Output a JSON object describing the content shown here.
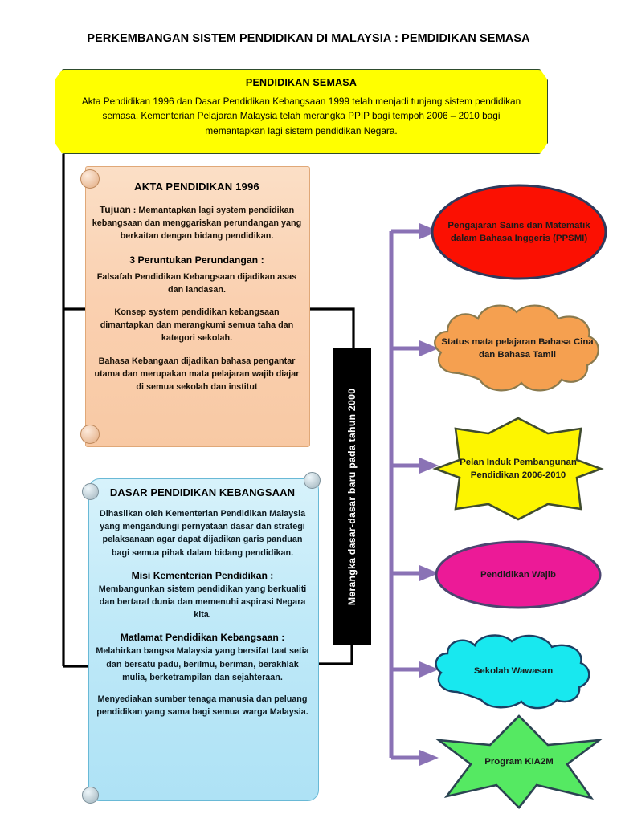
{
  "page": {
    "title": "PERKEMBANGAN SISTEM PENDIDIKAN DI MALAYSIA : PEMDIDIKAN SEMASA"
  },
  "banner": {
    "heading": "PENDIDIKAN SEMASA",
    "body": "Akta Pendidikan 1996 dan Dasar Pendidikan Kebangsaan 1999 telah menjadi tunjang sistem pendidikan semasa. Kementerian Pelajaran Malaysia telah merangka PPIP bagi tempoh 2006 – 2010 bagi memantapkan lagi sistem pendidikan Negara."
  },
  "akta": {
    "heading": "AKTA PENDIDIKAN 1996",
    "tujuan_label": "Tujuan",
    "tujuan_text": " : Memantapkan lagi system pendidikan kebangsaan dan menggariskan perundangan yang berkaitan dengan bidang pendidikan.",
    "peruntukan_heading": "3 Peruntukan Perundangan :",
    "peruntukan": [
      "Falsafah Pendidikan Kebangsaan dijadikan asas dan landasan.",
      "Konsep system pendidikan kebangsaan dimantapkan dan merangkumi semua taha dan kategori sekolah.",
      "Bahasa Kebangaan dijadikan bahasa pengantar utama dan merupakan mata pelajaran wajib diajar di semua sekolah dan institut"
    ]
  },
  "dasar": {
    "heading": "DASAR PENDIDIKAN KEBANGSAAN",
    "intro": "Dihasilkan oleh Kementerian Pendidikan Malaysia yang mengandungi pernyataan dasar dan strategi pelaksanaan agar dapat dijadikan garis panduan bagi semua pihak dalam bidang pendidikan.",
    "misi_heading": "Misi Kementerian Pendidikan :",
    "misi_text": "Membangunkan sistem pendidikan yang berkualiti dan bertaraf dunia dan memenuhi aspirasi Negara kita.",
    "matlamat_heading": "Matlamat Pendidikan Kebangsaan :",
    "matlamat_text": "Melahirkan bangsa Malaysia yang bersifat taat setia dan bersatu padu, berilmu, beriman, berakhlak mulia, berketrampilan dan sejahteraan.",
    "matlamat_text2": "Menyediakan sumber tenaga manusia dan peluang pendidikan yang sama bagi semua warga Malaysia."
  },
  "black_banner": {
    "text": "Merangka dasar-dasar baru pada tahun 2000"
  },
  "outcomes": [
    {
      "id": "ppsmi",
      "shape": "ellipse",
      "color": "#fb1002",
      "stroke": "#2f3a5c",
      "label": "Pengajaran Sains dan Matematik dalam Bahasa Inggeris (PPSMI)"
    },
    {
      "id": "bahasa-cina-tamil",
      "shape": "cloud",
      "color": "#f5a050",
      "stroke": "#8a7a4e",
      "label": "Status mata pelajaran Bahasa Cina dan Bahasa Tamil"
    },
    {
      "id": "pelan-induk",
      "shape": "star8",
      "color": "#fdf500",
      "stroke": "#3f4b2f",
      "label": "Pelan Induk Pembangunan Pendidikan 2006-2010"
    },
    {
      "id": "pendidikan-wajib",
      "shape": "ellipse",
      "color": "#ec1a97",
      "stroke": "#4b4570",
      "label": "Pendidikan Wajib"
    },
    {
      "id": "sekolah-wawasan",
      "shape": "cloud",
      "color": "#18e8ef",
      "stroke": "#1c3f63",
      "label": "Sekolah Wawasan"
    },
    {
      "id": "program-kia2m",
      "shape": "star6",
      "color": "#55e962",
      "stroke": "#2b4452",
      "label": "Program KIA2M"
    }
  ],
  "colors": {
    "banner_yellow": "#ffff00",
    "scroll_peach": "#fad0b0",
    "box_blue": "#bfe9f8",
    "arrow_purple": "#8a72b5",
    "connector_black": "#000000"
  }
}
